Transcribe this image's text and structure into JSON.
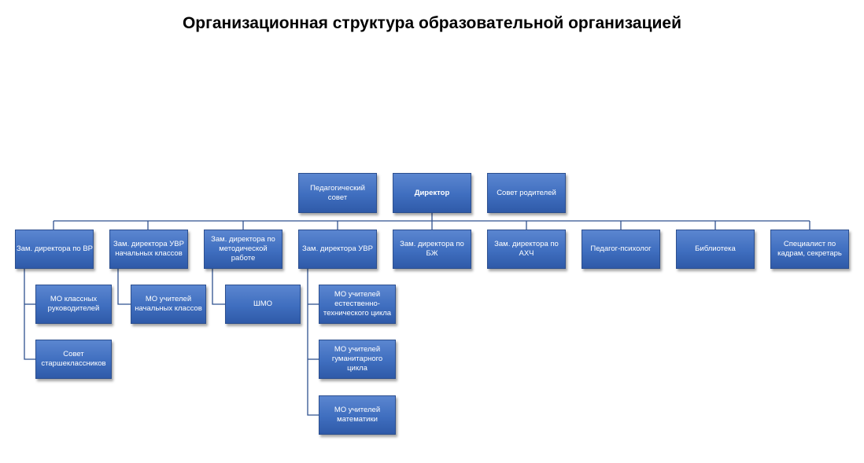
{
  "title": "Организационная структура образовательной организацией",
  "top": {
    "ped_council": "Педагогический совет",
    "director": "Директор",
    "parents_council": "Совет родителей"
  },
  "units": {
    "vr": "Зам. директора по ВР",
    "uvr_primary": "Зам. директора УВР начальных классов",
    "methodical": "Зам. директора по методической работе",
    "uvr": "Зам. директора УВР",
    "bzh": "Зам. директора по БЖ",
    "ahch": "Зам. директора по АХЧ",
    "psychologist": "Педагог-психолог",
    "library": "Библиотека",
    "hr": "Специалист по кадрам, секретарь"
  },
  "sub": {
    "mo_class": "МО классных руководителей",
    "senior_council": "Совет старшеклассников",
    "mo_primary": "МО учителей начальных классов",
    "shmo": "ШМО",
    "mo_science": "МО учителей естественно-технического цикла",
    "mo_humanities": "МО учителей гуманитарного цикла",
    "mo_math": "МО учителей математики"
  },
  "colors": {
    "box_top": "#5b86d0",
    "box_bottom": "#2f5aa8",
    "box_border": "#2c4f8f",
    "connector": "#2f528f",
    "text": "#ffffff"
  }
}
